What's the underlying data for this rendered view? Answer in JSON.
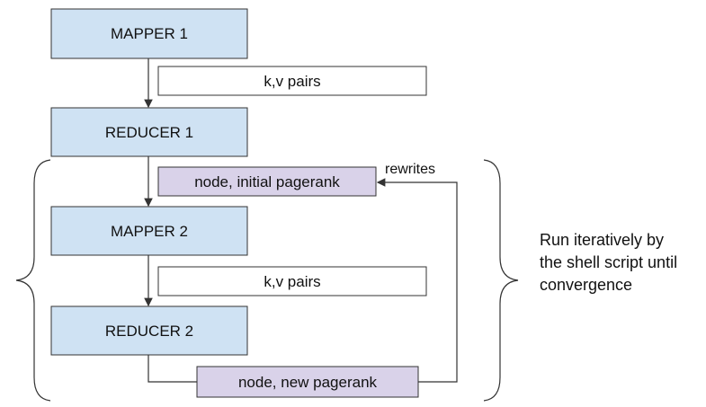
{
  "diagram": {
    "stages": {
      "mapper1": "MAPPER 1",
      "reducer1": "REDUCER 1",
      "mapper2": "MAPPER 2",
      "reducer2": "REDUCER 2"
    },
    "data_boxes": {
      "kv_pairs_1": "k,v pairs",
      "initial_pagerank": "node, initial pagerank",
      "kv_pairs_2": "k,v pairs",
      "new_pagerank": "node, new pagerank"
    },
    "labels": {
      "rewrites": "rewrites",
      "iteration_line_1": "Run iteratively by",
      "iteration_line_2": "the shell script until",
      "iteration_line_3": "convergence"
    },
    "colors": {
      "stage_fill": "#cfe2f3",
      "pagerank_fill": "#d9d2e9",
      "data_fill": "#ffffff",
      "stroke": "#333333"
    }
  }
}
